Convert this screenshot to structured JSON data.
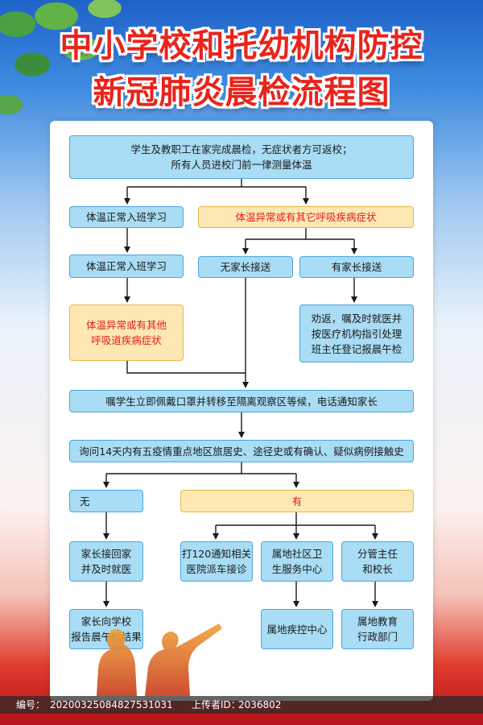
{
  "title": {
    "line1": "中小学校和托幼机构防控",
    "line2": "新冠肺炎晨检流程图"
  },
  "flow": {
    "start": [
      "学生及教职工在家完成晨检，无症状者方可返校；",
      "所有人员进校门前一律测量体温"
    ],
    "normal_1": "体温正常入班学习",
    "abnormal_1": "体温异常或有其它呼吸疾病症状",
    "normal_2": "体温正常入班学习",
    "no_parent": "无家长接送",
    "has_parent": "有家长接送",
    "abnormal_2": [
      "体温异常或有其他",
      "呼吸道疾病症状"
    ],
    "parent_action": [
      "劝返，嘱及时就医并",
      "按医疗机构指引处理",
      "班主任登记报晨午检"
    ],
    "isolate": "嘱学生立即佩戴口罩并转移至隔离观察区等候，电话通知家长",
    "inquiry": "询问14天内有五疫情重点地区旅居史、途径史或有确认、疑似病例接触史",
    "no": "无",
    "yes": "有",
    "no_step1": [
      "家长接回家",
      "并及时就医"
    ],
    "no_step2": [
      "家长向学校",
      "报告晨午检结果"
    ],
    "yes_a1": [
      "打120通知相关",
      "医院派车接诊"
    ],
    "yes_b1": [
      "属地社区卫",
      "生服务中心"
    ],
    "yes_b2": "属地疾控中心",
    "yes_c1": [
      "分管主任",
      "和校长"
    ],
    "yes_c2": [
      "属地教育",
      "行政部门"
    ]
  },
  "footer": {
    "id_label": "编号：",
    "id_value": "20200325084827531031",
    "uploader_label": "上传者ID：",
    "uploader_value": "2036802"
  },
  "colors": {
    "title": "#e8241c",
    "box_fill": "#a9dcf5",
    "box_border": "#4aa6e0",
    "warn_fill": "#fde8b4",
    "warn_text": "#e0201a",
    "arrow": "#1a1a1a"
  }
}
